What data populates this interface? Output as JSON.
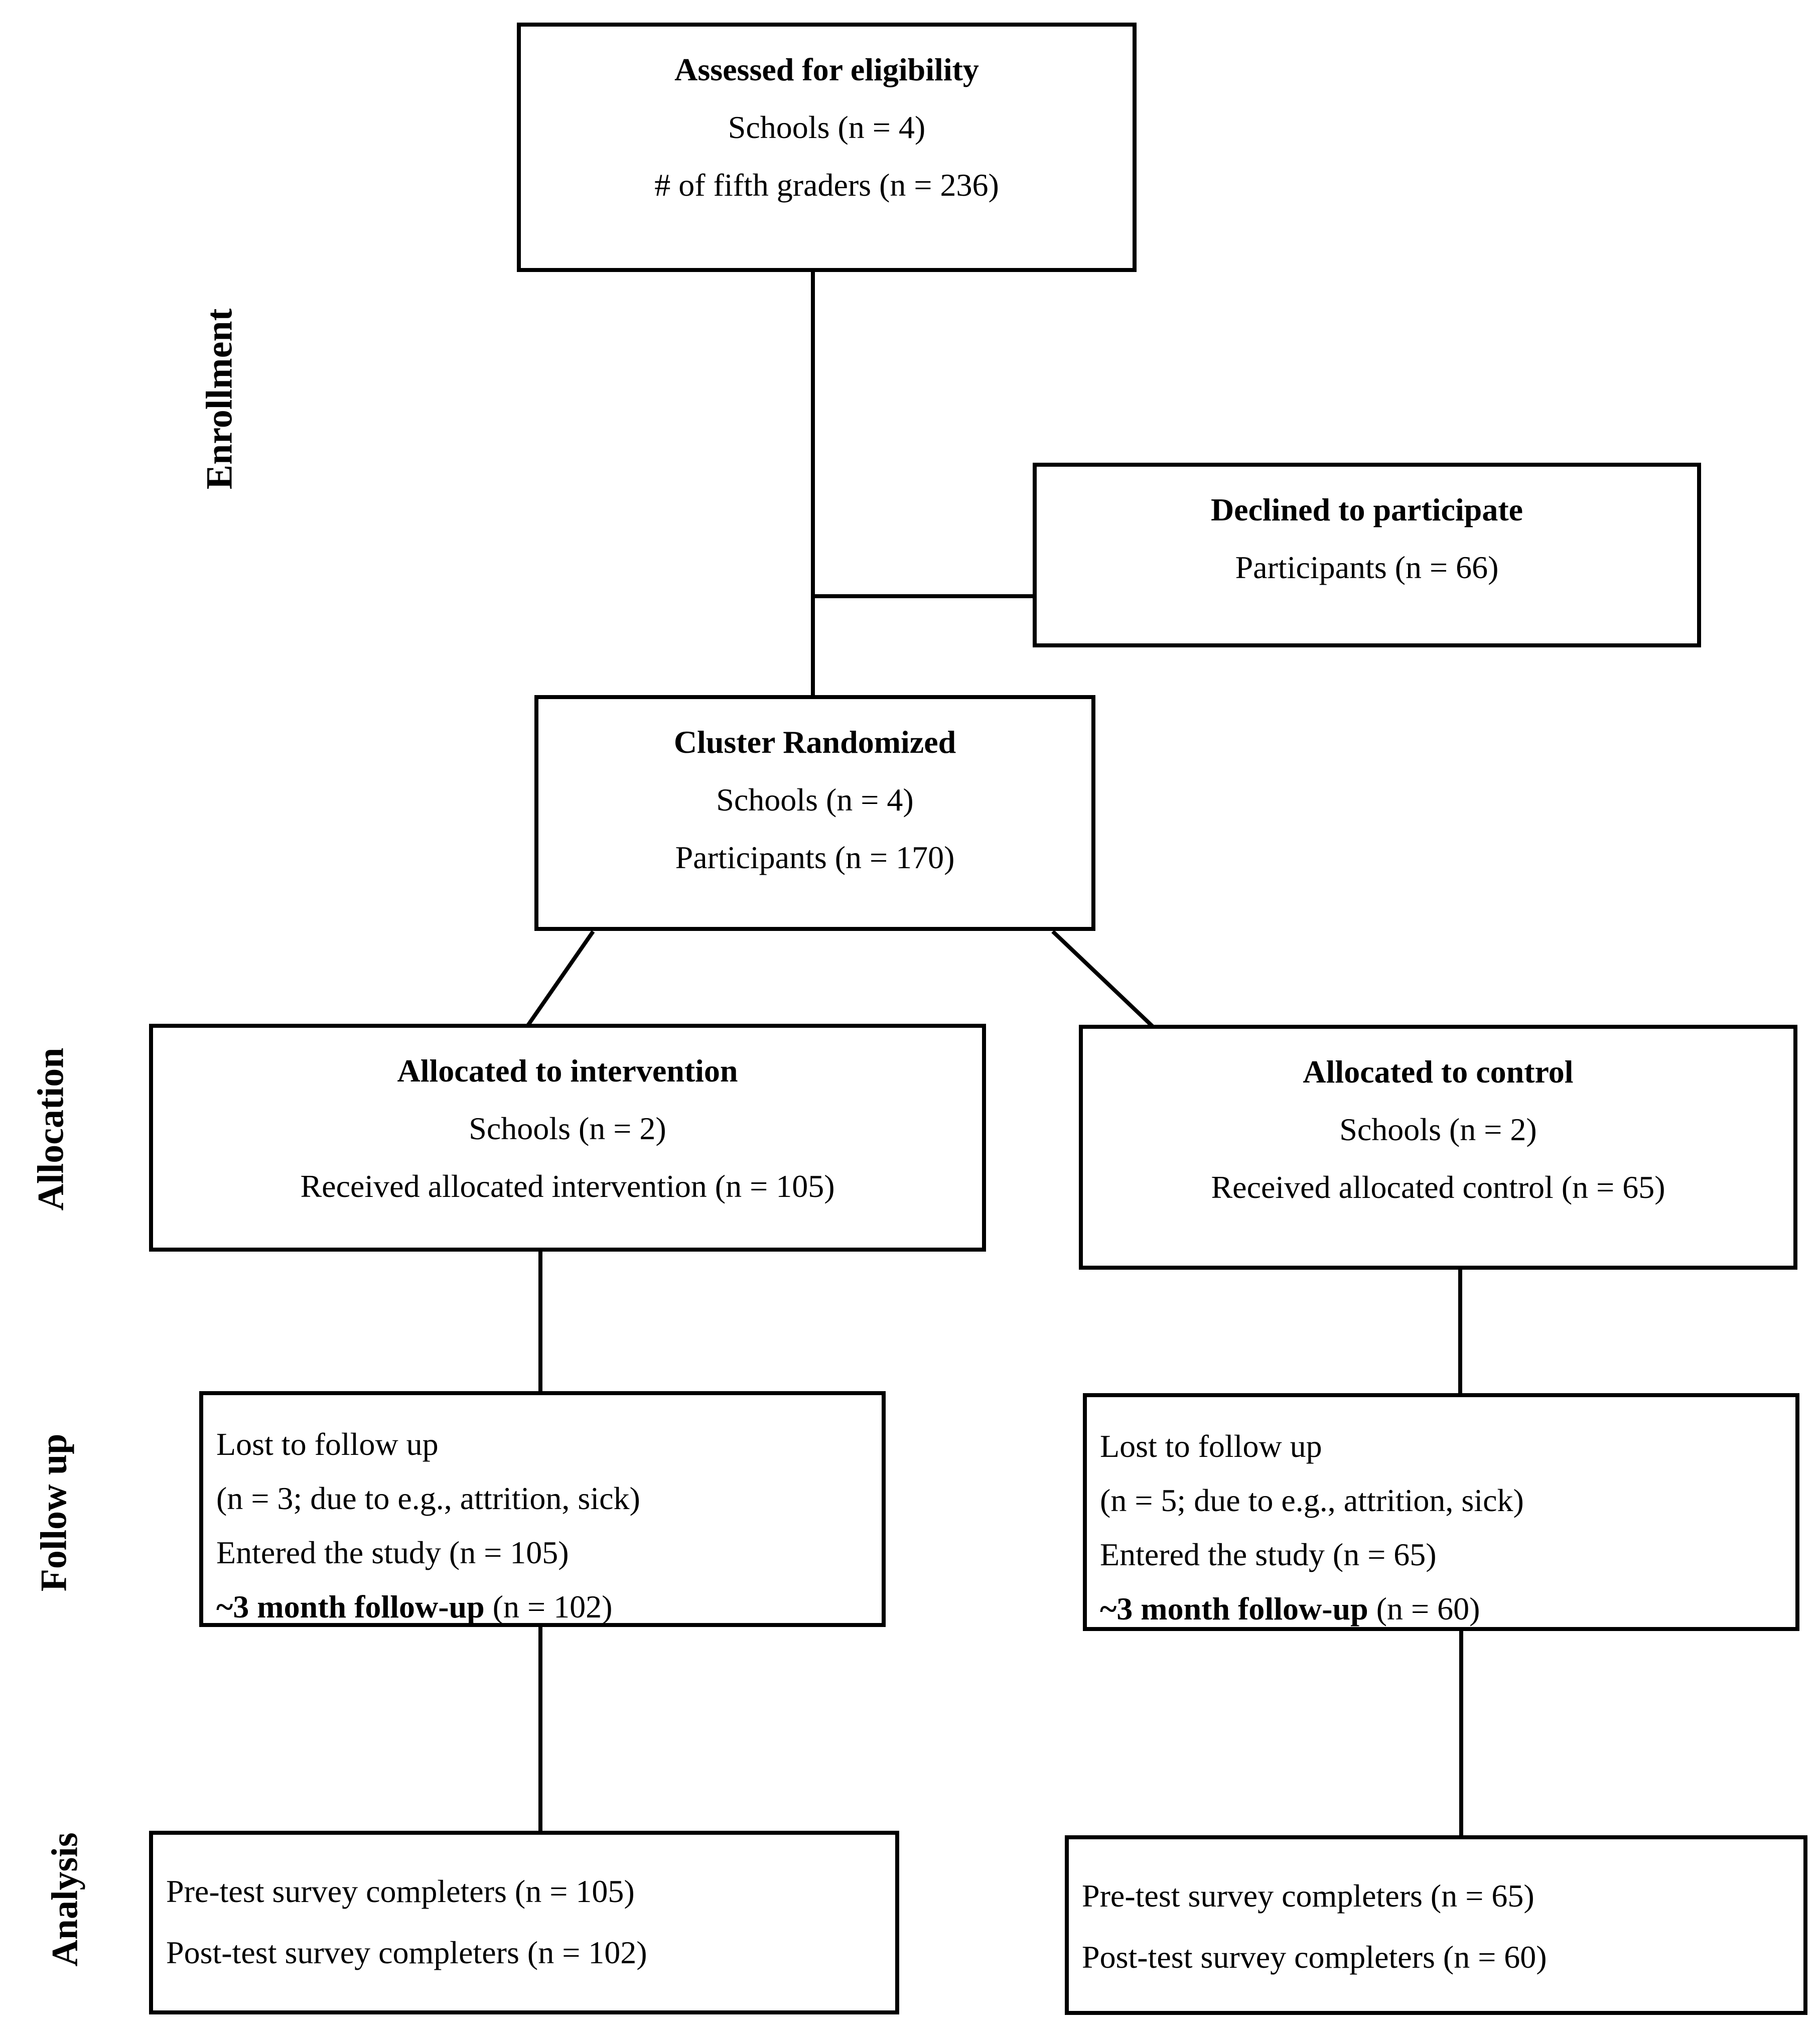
{
  "colors": {
    "background": "#ffffff",
    "ink": "#000000"
  },
  "stages": [
    {
      "id": "enrollment",
      "label": "Enrollment"
    },
    {
      "id": "allocation",
      "label": "Allocation"
    },
    {
      "id": "follow_up",
      "label": "Follow up"
    },
    {
      "id": "analysis",
      "label": "Analysis"
    }
  ],
  "boxes": {
    "eligibility": {
      "title": "Assessed for eligibility",
      "lines": [
        "Schools (n = 4)",
        "# of fifth graders (n = 236)"
      ]
    },
    "declined": {
      "title": "Declined to participate",
      "lines": [
        "Participants (n = 66)"
      ]
    },
    "randomized": {
      "title": "Cluster Randomized",
      "lines": [
        "Schools (n = 4)",
        "Participants (n = 170)"
      ]
    },
    "allocated_intervention": {
      "title": "Allocated to intervention",
      "lines": [
        "Schools (n = 2)",
        "Received allocated intervention (n = 105)"
      ]
    },
    "allocated_control": {
      "title": "Allocated to control",
      "lines": [
        "Schools (n = 2)",
        "Received allocated control (n = 65)"
      ]
    },
    "followup_intervention": {
      "lines": [
        "Lost to follow up",
        "(n = 3; due to e.g., attrition, sick)",
        "Entered the study (n = 105)"
      ],
      "bold_label": "~3 month follow-up",
      "bold_tail": " (n = 102)"
    },
    "followup_control": {
      "lines": [
        "Lost to follow up",
        "(n = 5; due to e.g., attrition, sick)",
        "Entered the study (n = 65)"
      ],
      "bold_label": "~3 month follow-up",
      "bold_tail": " (n = 60)"
    },
    "analysis_intervention": {
      "lines": [
        "Pre-test survey completers (n = 105)",
        "Post-test survey completers (n = 102)"
      ]
    },
    "analysis_control": {
      "lines": [
        "Pre-test survey completers (n = 65)",
        "Post-test survey completers (n = 60)"
      ]
    }
  }
}
